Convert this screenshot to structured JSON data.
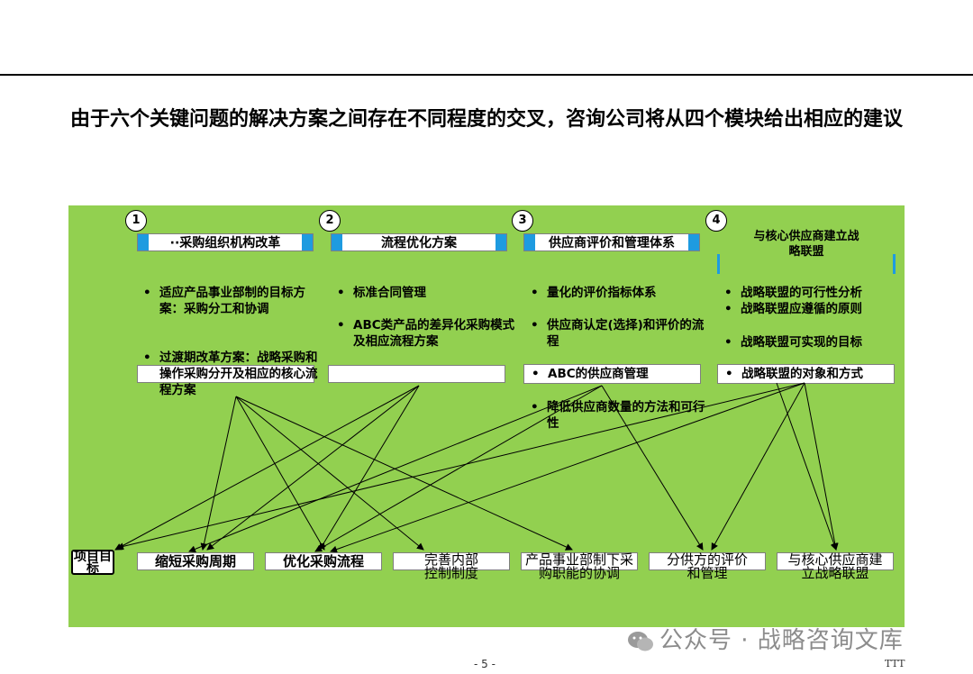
{
  "title": "由于六个关键问题的解决方案之间存在不同程度的交叉，咨询公司将从四个模块给出相应的建议",
  "modules": [
    {
      "num": "1",
      "title": "··采购组织机构改革"
    },
    {
      "num": "2",
      "title": "流程优化方案"
    },
    {
      "num": "3",
      "title": "供应商评价和管理体系"
    },
    {
      "num": "4",
      "title": "与核心供应商建立战略联盟"
    }
  ],
  "m1_items": [
    "适应产品事业部制的目标方案：采购分工和协调",
    "过渡期改革方案：战略采购和操作采购分开及相应的核心流程方案"
  ],
  "m2_items": [
    "标准合同管理",
    "ABC类产品的差异化采购模式及相应流程方案"
  ],
  "m3_items": [
    "量化的评价指标体系",
    "供应商认定(选择)和评价的流程",
    "ABC的供应商管理",
    "降低供应商数量的方法和可行性"
  ],
  "m4_items": [
    "战略联盟的可行性分析",
    "战略联盟应遵循的原则",
    "战略联盟可实现的目标",
    "战略联盟的对象和方式"
  ],
  "goal_label": "项目目标",
  "goals": [
    "缩短采购周期",
    "优化采购流程",
    "完善内部控制制度",
    "产品事业部制下采购职能的协调",
    "分供方的评价和管理",
    "与核心供应商建立战略联盟"
  ],
  "watermark": "公众号 · 战略咨询文库",
  "page_number": "- 5 -",
  "corner_mark": "TTT",
  "colors": {
    "panel": "#92d050",
    "accent": "#1e9be0"
  }
}
